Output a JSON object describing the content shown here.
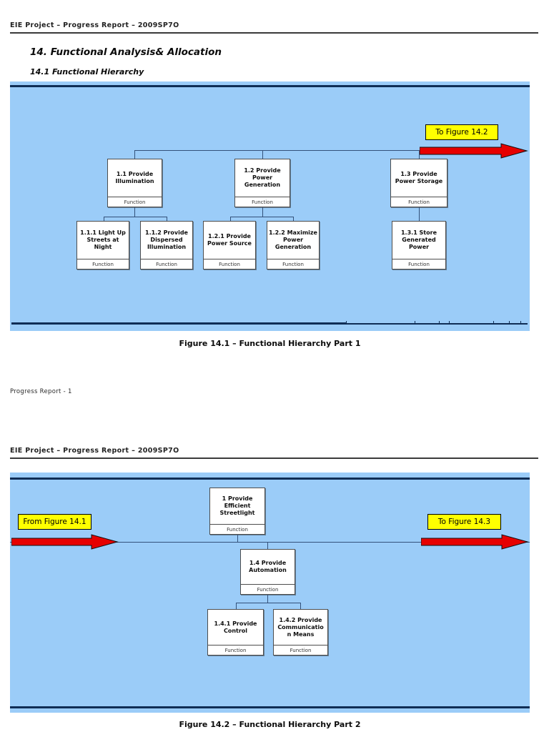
{
  "page1": {
    "header": "EIE Project – Progress Report – 2009SP7O",
    "section_heading": "14. Functional Analysis& Allocation",
    "subsection_heading": "14.1 Functional Hierarchy",
    "figure_caption": "Figure 14.1 – Functional Hierarchy Part 1",
    "page_footer": "Progress Report - 1"
  },
  "page2": {
    "header": "EIE Project – Progress Report – 2009SP7O",
    "figure_caption": "Figure 14.2 – Functional Hierarchy Part 2"
  },
  "diagram1": {
    "flow_label": "To Figure 14.2",
    "boxes": [
      {
        "title": "1.1 Provide Illumination",
        "type": "Function"
      },
      {
        "title": "1.2 Provide Power Generation",
        "type": "Function"
      },
      {
        "title": "1.3 Provide Power Storage",
        "type": "Function"
      },
      {
        "title": "1.1.1 Light Up Streets at Night",
        "type": "Function"
      },
      {
        "title": "1.1.2 Provide Dispersed Illumination",
        "type": "Function"
      },
      {
        "title": "1.2.1 Provide Power Source",
        "type": "Function"
      },
      {
        "title": "1.2.2 Maximize Power Generation",
        "type": "Function"
      },
      {
        "title": "1.3.1 Store Generated Power",
        "type": "Function"
      }
    ]
  },
  "diagram2": {
    "flow_label_from": "From Figure 14.1",
    "flow_label_to": "To Figure 14.3",
    "boxes": [
      {
        "title": "1 Provide Efficient Streetlight",
        "type": "Function"
      },
      {
        "title": "1.4 Provide Automation",
        "type": "Function"
      },
      {
        "title": "1.4.1 Provide Control",
        "type": "Function"
      },
      {
        "title": "1.4.2 Provide Communicatio n Means",
        "type": "Function"
      }
    ]
  },
  "colors": {
    "diagram_background": "#9bccf8",
    "navy_rule": "#0f2d55",
    "arrow_red": "#e60000",
    "label_yellow": "#ffff00"
  }
}
